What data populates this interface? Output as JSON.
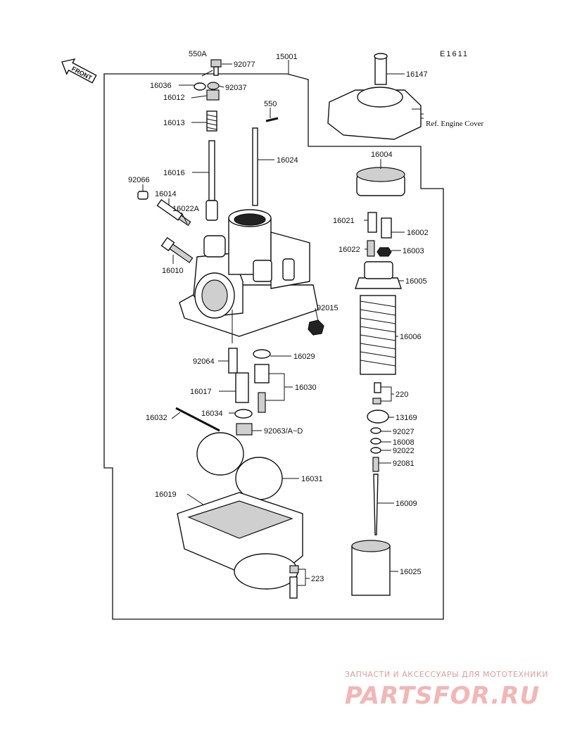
{
  "diagram_code": "E1611",
  "front_arrow_label": "FRONT",
  "ref_note": "Ref. Engine Cover",
  "watermark": {
    "line1": "ЗАПЧАСТИ И АКСЕССУАРЫ ДЛЯ МОТОТЕХНИКИ",
    "line2": "PARTSFOR.RU"
  },
  "parts": {
    "p550A": "550A",
    "p92077": "92077",
    "p15001": "15001",
    "p16036": "16036",
    "p92037": "92037",
    "p16012": "16012",
    "p550": "550",
    "p16013": "16013",
    "p16024": "16024",
    "p16016": "16016",
    "p92066": "92066",
    "p16014": "16014",
    "p16022A": "16022A",
    "p16010": "16010",
    "p92015": "92015",
    "p92064": "92064",
    "p16029": "16029",
    "p16017": "16017",
    "p16030": "16030",
    "p16034": "16034",
    "p16032": "16032",
    "p92063": "92063/A~D",
    "p16031": "16031",
    "p16019": "16019",
    "p223": "223",
    "p16147": "16147",
    "p16004": "16004",
    "p16021": "16021",
    "p16002": "16002",
    "p16022": "16022",
    "p16003": "16003",
    "p16005": "16005",
    "p16006": "16006",
    "p220": "220",
    "p13169": "13169",
    "p92027": "92027",
    "p16008": "16008",
    "p92022": "92022",
    "p92081": "92081",
    "p16009": "16009",
    "p16025": "16025"
  }
}
